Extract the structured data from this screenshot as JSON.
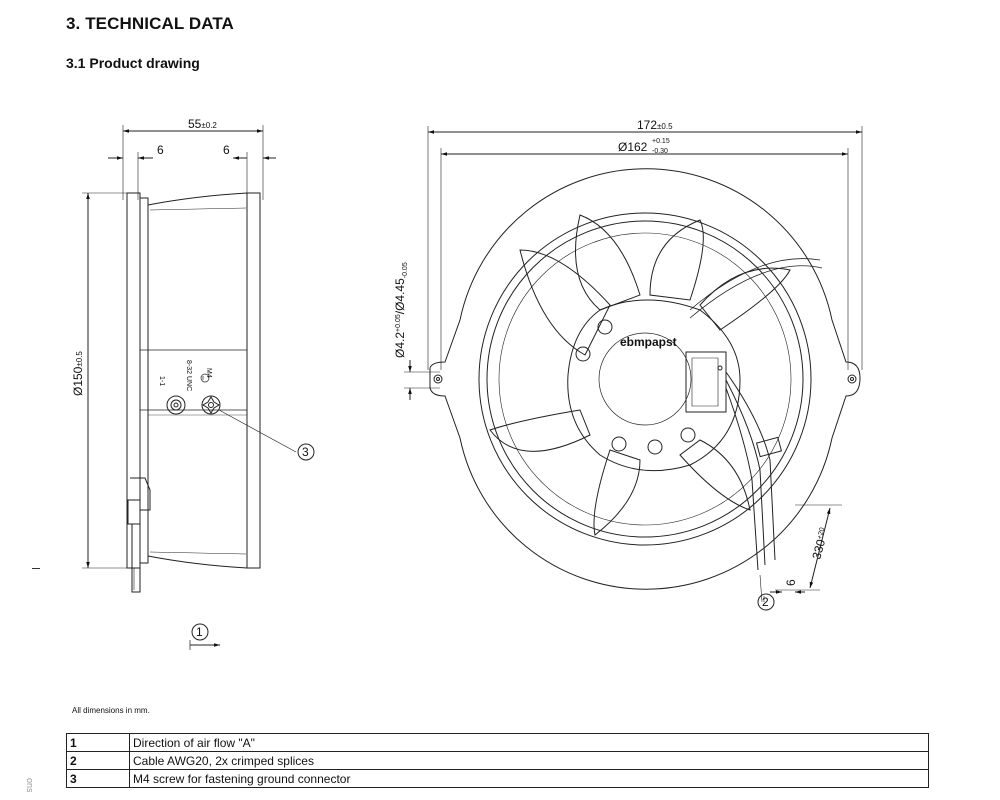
{
  "header": {
    "section_title": "3. TECHNICAL DATA",
    "subsection_title": "3.1 Product drawing"
  },
  "drawing": {
    "side_view": {
      "depth_label": "55",
      "depth_tol": "±0.2",
      "flange_left": "6",
      "flange_right": "6",
      "height_label": "Ø150",
      "height_tol": "±0.5",
      "ground_label_m4": "M4",
      "ground_label_code": "8-32 UNC",
      "ground_label_pin": "1-1"
    },
    "front_view": {
      "width_label": "172",
      "width_tol": "±0.5",
      "diameter_label": "Ø162",
      "diameter_tol_plus": "+0.15",
      "diameter_tol_minus": "-0.30",
      "hole_label_a": "Ø4.2",
      "hole_label_a_tol": "+0.05",
      "hole_label_b": "/Ø4.45",
      "hole_label_b_tol": "-0.05",
      "brand": "ebmpapst",
      "cable_length": "330",
      "cable_length_tol": "+20",
      "cable_strip": "6"
    },
    "callouts": [
      "1",
      "2",
      "3"
    ]
  },
  "note": "All dimensions in mm.",
  "legend": [
    {
      "num": "1",
      "text": "Direction of air flow \"A\""
    },
    {
      "num": "2",
      "text": "Cable AWG20, 2x crimped splices"
    },
    {
      "num": "3",
      "text": "M4 screw for fastening ground connector"
    }
  ],
  "side_text": "ons"
}
